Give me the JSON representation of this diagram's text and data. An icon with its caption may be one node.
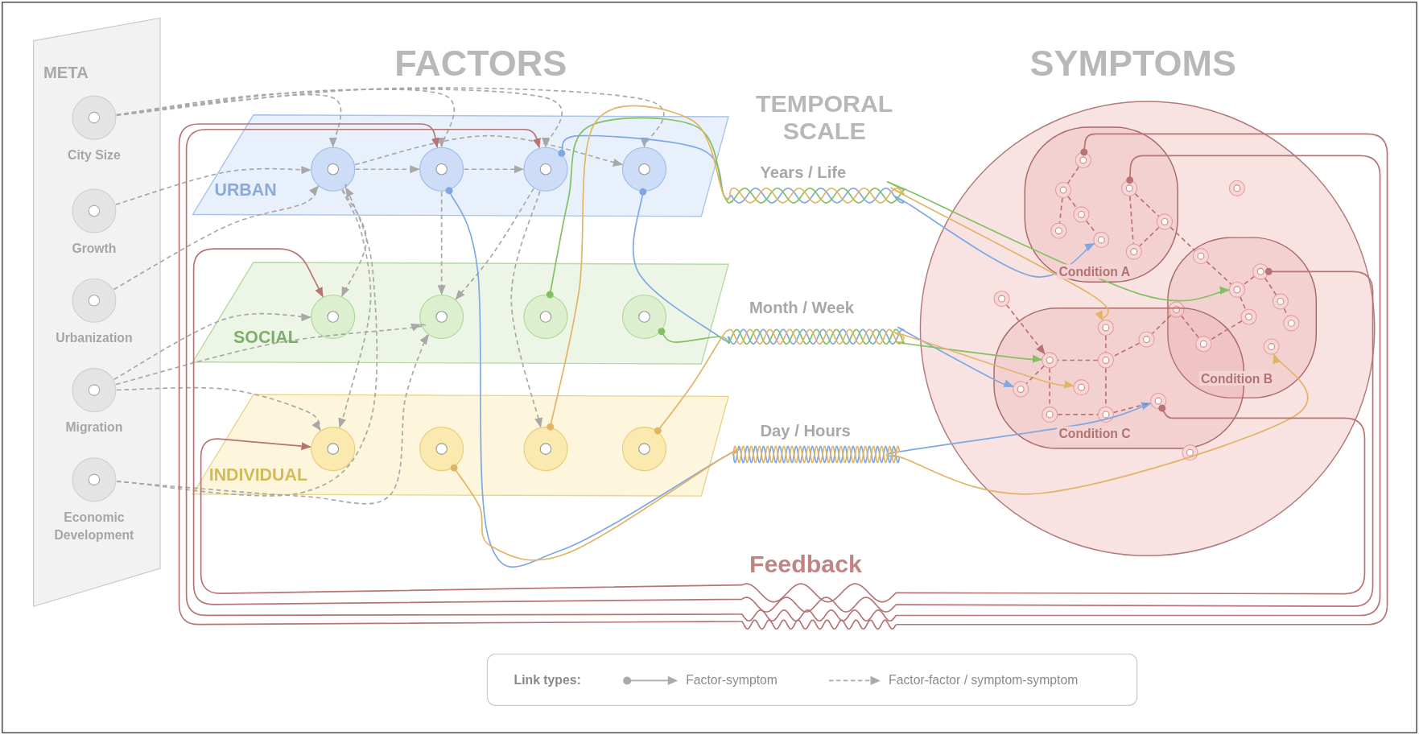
{
  "diagram": {
    "nodes": [
      {
        "text": [
          "META"
        ]
      },
      {
        "text": [
          "City Size"
        ],
        "in": 0
      },
      {
        "text": [
          "Growth"
        ],
        "in": 0
      },
      {
        "text": [
          "Urbanization"
        ],
        "in": 0
      },
      {
        "text": [
          "Migration"
        ],
        "in": 0
      },
      {
        "text": [
          "Economic Development"
        ],
        "in": 0
      },
      {
        "text": [
          "URBAN"
        ]
      },
      {
        "text": [],
        "shape": "circle",
        "in": 6
      },
      {
        "text": [],
        "shape": "circle",
        "in": 6
      },
      {
        "text": [],
        "shape": "circle",
        "in": 6
      },
      {
        "text": [],
        "shape": "circle",
        "in": 6
      },
      {
        "text": [
          "SOCIAL"
        ]
      },
      {
        "text": [],
        "shape": "circle",
        "in": 11
      },
      {
        "text": [],
        "shape": "circle",
        "in": 11
      },
      {
        "text": [],
        "shape": "circle",
        "in": 11
      },
      {
        "text": [],
        "shape": "circle",
        "in": 11
      },
      {
        "text": [
          "INDIVIDUAL"
        ]
      },
      {
        "text": [],
        "shape": "circle",
        "in": 16
      },
      {
        "text": [],
        "shape": "circle",
        "in": 16
      },
      {
        "text": [],
        "shape": "circle",
        "in": 16
      },
      {
        "text": [],
        "shape": "circle",
        "in": 16
      },
      {
        "text": [],
        "shape": "circle"
      },
      {
        "text": [
          "Condition A"
        ],
        "in": 21
      },
      {
        "text": [
          "Condition B"
        ],
        "in": 21
      },
      {
        "text": [
          "Condition C"
        ],
        "in": 21
      },
      {
        "text": [],
        "shape": "circle",
        "in": 22
      },
      {
        "text": [],
        "shape": "circle",
        "in": 22
      },
      {
        "text": [],
        "shape": "circle",
        "in": 22
      },
      {
        "text": [],
        "shape": "circle",
        "in": 22
      },
      {
        "text": [],
        "shape": "circle",
        "in": 22
      },
      {
        "text": [],
        "shape": "circle",
        "in": 22
      },
      {
        "text": [],
        "shape": "circle",
        "in": 22
      },
      {
        "text": [],
        "shape": "circle",
        "in": 22
      },
      {
        "text": [],
        "shape": "circle",
        "in": 21
      },
      {
        "text": [],
        "shape": "circle",
        "in": 23
      },
      {
        "text": [],
        "shape": "circle",
        "in": 23
      },
      {
        "text": [],
        "shape": "circle",
        "in": 23
      },
      {
        "text": [],
        "shape": "circle",
        "in": 23
      },
      {
        "text": [],
        "shape": "circle",
        "in": 23
      },
      {
        "text": [],
        "shape": "circle",
        "in": 23
      },
      {
        "text": [],
        "shape": "circle",
        "in": 23
      },
      {
        "text": [],
        "shape": "circle"
      },
      {
        "text": [],
        "shape": "circle",
        "in": 23
      },
      {
        "text": [],
        "shape": "circle",
        "in": 21
      },
      {
        "text": [],
        "shape": "circle",
        "in": 24
      },
      {
        "text": [],
        "shape": "circle",
        "in": 24
      },
      {
        "text": [],
        "shape": "circle",
        "in": 24
      },
      {
        "text": [],
        "shape": "circle",
        "in": 24
      },
      {
        "text": [],
        "shape": "circle",
        "in": 24
      },
      {
        "text": [],
        "shape": "circle",
        "in": 24
      },
      {
        "text": [],
        "shape": "circle",
        "in": 24
      },
      {
        "text": [],
        "shape": "circle",
        "in": 24
      },
      {
        "text": [],
        "shape": "circle",
        "in": 24
      },
      {
        "text": [],
        "shape": "circle",
        "in": 21
      }
    ],
    "edges": [
      {
        "from": 1,
        "to": 7,
        "arrow": "to",
        "style": "dashed"
      },
      {
        "from": 1,
        "to": 8,
        "arrow": "to",
        "style": "dashed"
      },
      {
        "from": 1,
        "to": 9,
        "arrow": "to",
        "style": "dashed"
      },
      {
        "from": 1,
        "to": 10,
        "arrow": "to",
        "style": "dashed"
      },
      {
        "from": 2,
        "to": 7,
        "arrow": "to",
        "style": "dashed"
      },
      {
        "from": 3,
        "to": 7,
        "arrow": "to",
        "style": "dashed"
      },
      {
        "from": 4,
        "to": 12,
        "arrow": "to",
        "style": "dashed"
      },
      {
        "from": 4,
        "to": 13,
        "arrow": "to",
        "style": "dashed"
      },
      {
        "from": 4,
        "to": 17,
        "arrow": "to",
        "style": "dashed"
      },
      {
        "from": 5,
        "to": 13,
        "arrow": "to",
        "style": "dashed"
      },
      {
        "from": 5,
        "to": 7,
        "arrow": "to",
        "style": "dashed"
      },
      {
        "from": 7,
        "to": 8,
        "arrow": "to",
        "style": "dashed"
      },
      {
        "from": 8,
        "to": 9,
        "arrow": "to",
        "style": "dashed"
      },
      {
        "from": 7,
        "to": 10,
        "arrow": "to",
        "style": "dashed"
      },
      {
        "from": 7,
        "to": 12,
        "arrow": "to",
        "style": "dashed"
      },
      {
        "from": 7,
        "to": 17,
        "arrow": "to",
        "style": "dashed"
      },
      {
        "from": 8,
        "to": 13,
        "arrow": "to",
        "style": "dashed"
      },
      {
        "from": 9,
        "to": 19,
        "arrow": "to",
        "style": "dashed"
      },
      {
        "from": 9,
        "to": 13,
        "arrow": "to",
        "style": "dashed"
      },
      {
        "from": 9,
        "to": 29,
        "arrow": "to",
        "color": "#7ea8e4"
      },
      {
        "from": 8,
        "to": 52,
        "arrow": "to",
        "color": "#7ea8e4"
      },
      {
        "from": 10,
        "to": 48,
        "arrow": "to",
        "color": "#7ea8e4"
      },
      {
        "from": 14,
        "to": 36,
        "arrow": "to",
        "color": "#82c060"
      },
      {
        "from": 15,
        "to": 44,
        "arrow": "to",
        "color": "#82c060"
      },
      {
        "from": 19,
        "to": 46,
        "arrow": "to",
        "color": "#e2b565"
      },
      {
        "from": 20,
        "to": 49,
        "arrow": "to",
        "color": "#e2b565"
      },
      {
        "from": 18,
        "to": 40,
        "arrow": "to",
        "color": "#e2b565"
      },
      {
        "from": 25,
        "to": 8,
        "arrow": "to",
        "color": "#b87474"
      },
      {
        "from": 30,
        "to": 9,
        "arrow": "to",
        "color": "#b87474"
      },
      {
        "from": 35,
        "to": 12,
        "arrow": "to",
        "color": "#b87474"
      },
      {
        "from": 52,
        "to": 17,
        "arrow": "to",
        "color": "#b87474"
      },
      {
        "from": 25,
        "to": 26,
        "arrow": "none",
        "style": "dashed",
        "color": "#b87474"
      },
      {
        "from": 26,
        "to": 27,
        "arrow": "none",
        "style": "dashed",
        "color": "#b87474"
      },
      {
        "from": 26,
        "to": 28,
        "arrow": "none",
        "style": "dashed",
        "color": "#b87474"
      },
      {
        "from": 27,
        "to": 29,
        "arrow": "none",
        "style": "dashed",
        "color": "#b87474"
      },
      {
        "from": 30,
        "to": 31,
        "arrow": "none",
        "style": "dashed",
        "color": "#b87474"
      },
      {
        "from": 31,
        "to": 32,
        "arrow": "none",
        "style": "dashed",
        "color": "#b87474"
      },
      {
        "from": 30,
        "to": 32,
        "arrow": "none",
        "style": "dashed",
        "color": "#b87474"
      },
      {
        "from": 31,
        "to": 34,
        "arrow": "none",
        "style": "dashed",
        "color": "#b87474"
      },
      {
        "from": 34,
        "to": 36,
        "arrow": "none",
        "style": "dashed",
        "color": "#b87474"
      },
      {
        "from": 35,
        "to": 36,
        "arrow": "none",
        "style": "dashed",
        "color": "#b87474"
      },
      {
        "from": 36,
        "to": 38,
        "arrow": "none",
        "style": "dashed",
        "color": "#b87474"
      },
      {
        "from": 35,
        "to": 37,
        "arrow": "none",
        "style": "dashed",
        "color": "#b87474"
      },
      {
        "from": 37,
        "to": 39,
        "arrow": "none",
        "style": "dashed",
        "color": "#b87474"
      },
      {
        "from": 38,
        "to": 41,
        "arrow": "none",
        "style": "dashed",
        "color": "#b87474"
      },
      {
        "from": 42,
        "to": 41,
        "arrow": "none",
        "style": "dashed",
        "color": "#b87474"
      },
      {
        "from": 42,
        "to": 47,
        "arrow": "none",
        "style": "dashed",
        "color": "#b87474"
      },
      {
        "from": 47,
        "to": 45,
        "arrow": "none",
        "style": "dashed",
        "color": "#b87474"
      },
      {
        "from": 45,
        "to": 44,
        "arrow": "none",
        "style": "dashed",
        "color": "#b87474"
      },
      {
        "from": 46,
        "to": 45,
        "arrow": "none",
        "style": "dashed",
        "color": "#b87474"
      },
      {
        "from": 44,
        "to": 48,
        "arrow": "none",
        "style": "dashed",
        "color": "#b87474"
      },
      {
        "from": 44,
        "to": 50,
        "arrow": "none",
        "style": "dashed",
        "color": "#b87474"
      },
      {
        "from": 50,
        "to": 51,
        "arrow": "none",
        "style": "dashed",
        "color": "#b87474"
      },
      {
        "from": 45,
        "to": 51,
        "arrow": "none",
        "style": "dashed",
        "color": "#b87474"
      },
      {
        "from": 43,
        "to": 44,
        "arrow": "to",
        "style": "dashed",
        "color": "#b87474"
      },
      {
        "from": 51,
        "to": 52,
        "arrow": "none",
        "style": "dashed",
        "color": "#b87474"
      }
    ],
    "labels": [
      "FACTORS",
      "SYMPTOMS",
      "TEMPORAL SCALE",
      "Years / Life",
      "Month / Week",
      "Day / Hours",
      "Feedback",
      "Link types:"
    ],
    "legend": [
      {
        "text": "Factor-symptom"
      },
      {
        "text": "Factor-factor / symptom-symptom"
      }
    ]
  }
}
